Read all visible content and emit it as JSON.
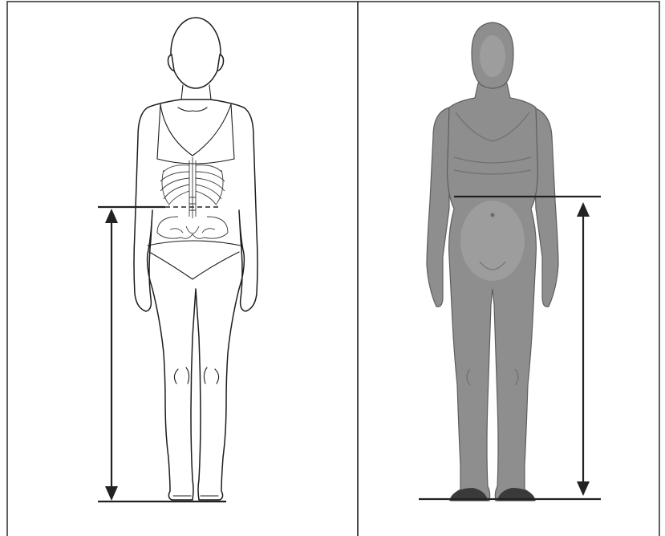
{
  "figure": {
    "panels": [
      {
        "id": "left",
        "style": "line-drawing",
        "content": "female-body-outline-with-skeleton"
      },
      {
        "id": "right",
        "style": "3d-scan",
        "content": "female-body-3d-scan"
      }
    ],
    "colors": {
      "frame": "#3a3a3a",
      "line_art": "#1c1c1c",
      "scan_body": "#8e8e8e",
      "measurement_lines": "#222222",
      "background": "#ffffff"
    }
  }
}
